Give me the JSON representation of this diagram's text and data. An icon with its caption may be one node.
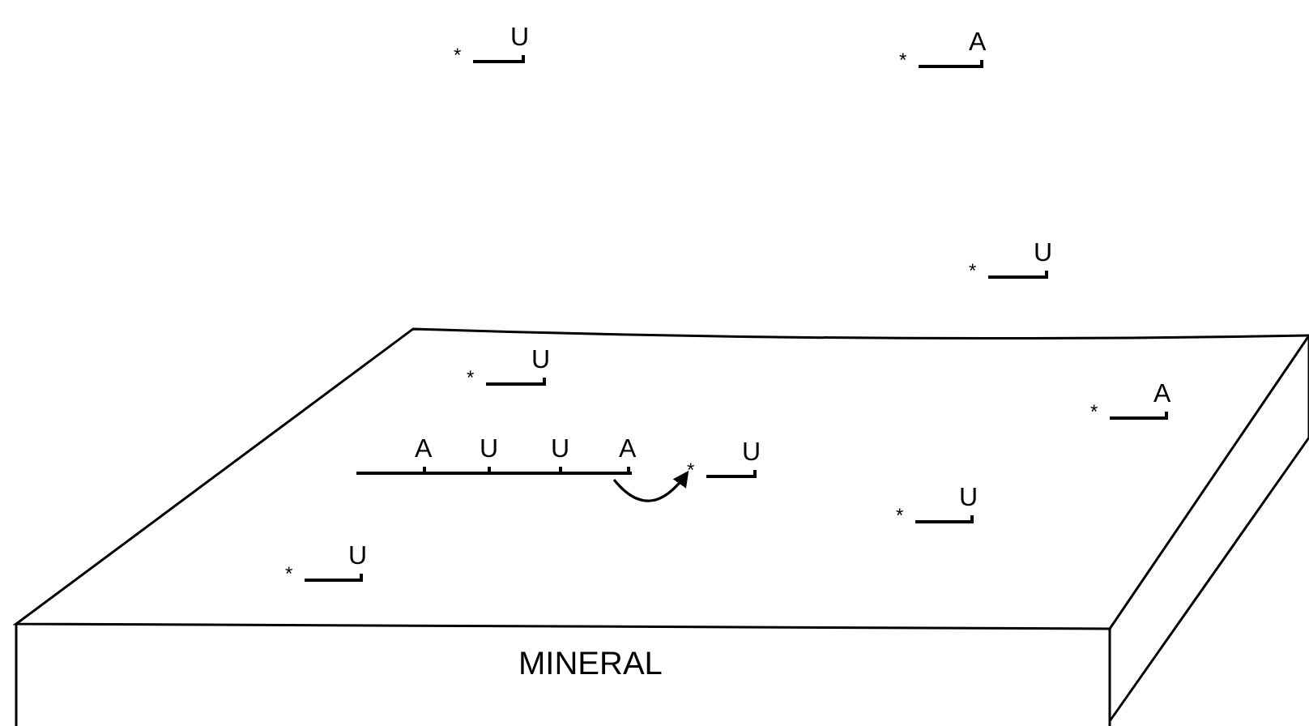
{
  "diagram": {
    "nodes": [
      {
        "text": [
          "MINERAL"
        ]
      },
      {
        "text": [
          "A",
          "U",
          "U",
          "A"
        ],
        "in": 0
      },
      {
        "text": [
          "*",
          "U"
        ],
        "in": 0
      }
    ],
    "edges": [
      {
        "from": 1,
        "to": 2,
        "arrow": "to"
      }
    ],
    "labels": [
      "*",
      "U",
      "*",
      "A",
      "*",
      "U",
      "*",
      "U",
      "*",
      "A",
      "*",
      "U",
      "*",
      "U"
    ]
  }
}
